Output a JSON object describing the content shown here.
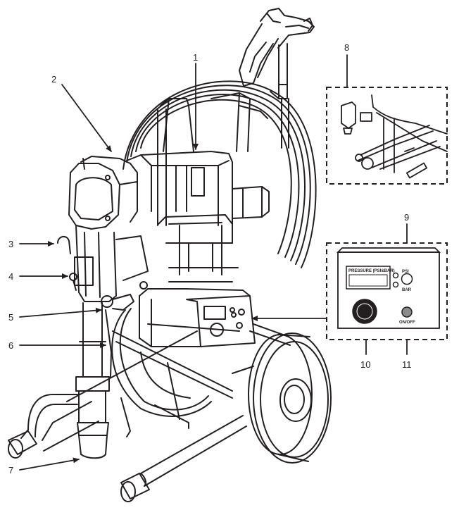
{
  "callouts": [
    "1",
    "2",
    "3",
    "4",
    "5",
    "6",
    "7",
    "8",
    "9",
    "10",
    "11"
  ],
  "panel": {
    "display_label": "PRESSURE (PSI&BAR)",
    "psi_label": "PSI",
    "bar_label": "BAR",
    "onoff_label": "ON/OFF"
  },
  "colors": {
    "line": "#231f20",
    "fill": "#ffffff",
    "onoff_button": "#8c8c8c"
  }
}
